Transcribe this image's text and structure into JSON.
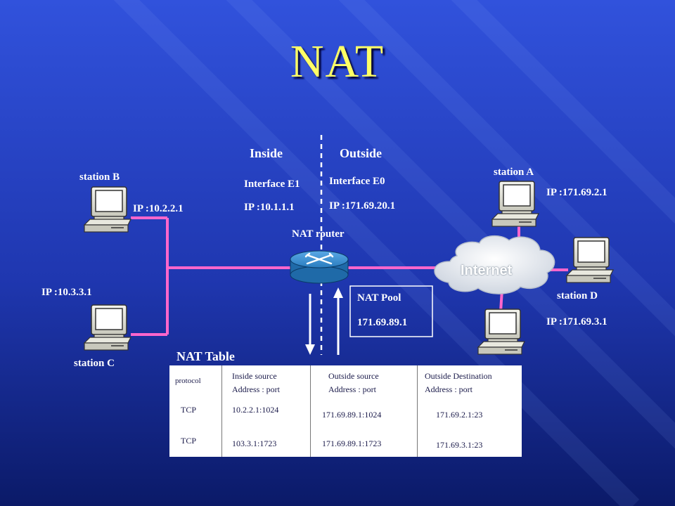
{
  "title": "NAT",
  "zones": {
    "inside": "Inside",
    "outside": "Outside"
  },
  "interfaces": {
    "e1": {
      "name": "Interface E1",
      "ip": "IP :10.1.1.1"
    },
    "e0": {
      "name": "Interface E0",
      "ip": "IP :171.69.20.1"
    }
  },
  "router": {
    "label": "NAT  router"
  },
  "internet": {
    "label": "Internet"
  },
  "stations": {
    "a": {
      "name": "station A",
      "ip": "IP :171.69.2.1"
    },
    "b": {
      "name": "station B",
      "ip": "IP :10.2.2.1"
    },
    "c": {
      "name": "station C",
      "ip": "IP :10.3.3.1"
    },
    "d": {
      "name": "station D",
      "ip": "IP :171.69.3.1"
    }
  },
  "nat_pool": {
    "label": "NAT Pool",
    "address": "171.69.89.1"
  },
  "nat_table": {
    "title": "NAT Table",
    "headers": {
      "protocol": "protocol",
      "inside": [
        "Inside source",
        "Address : port"
      ],
      "outside_src": [
        "Outside source",
        "Address : port"
      ],
      "outside_dst": [
        "Outside Destination",
        "Address : port"
      ]
    },
    "rows": [
      {
        "protocol": "TCP",
        "inside": "10.2.2.1:1024",
        "outside_src": "171.69.89.1:1024",
        "outside_dst": "171.69.2.1:23"
      },
      {
        "protocol": "TCP",
        "inside": "103.3.1:1723",
        "outside_src": "171.69.89.1:1723",
        "outside_dst": "171.69.3.1:23"
      }
    ]
  },
  "colors": {
    "background_top": "#3050d8",
    "background_bottom": "#0a1a6a",
    "title": "#ffff66",
    "link": "#ff66cc",
    "router": "#2a7dbf",
    "divider": "#ffffff"
  }
}
